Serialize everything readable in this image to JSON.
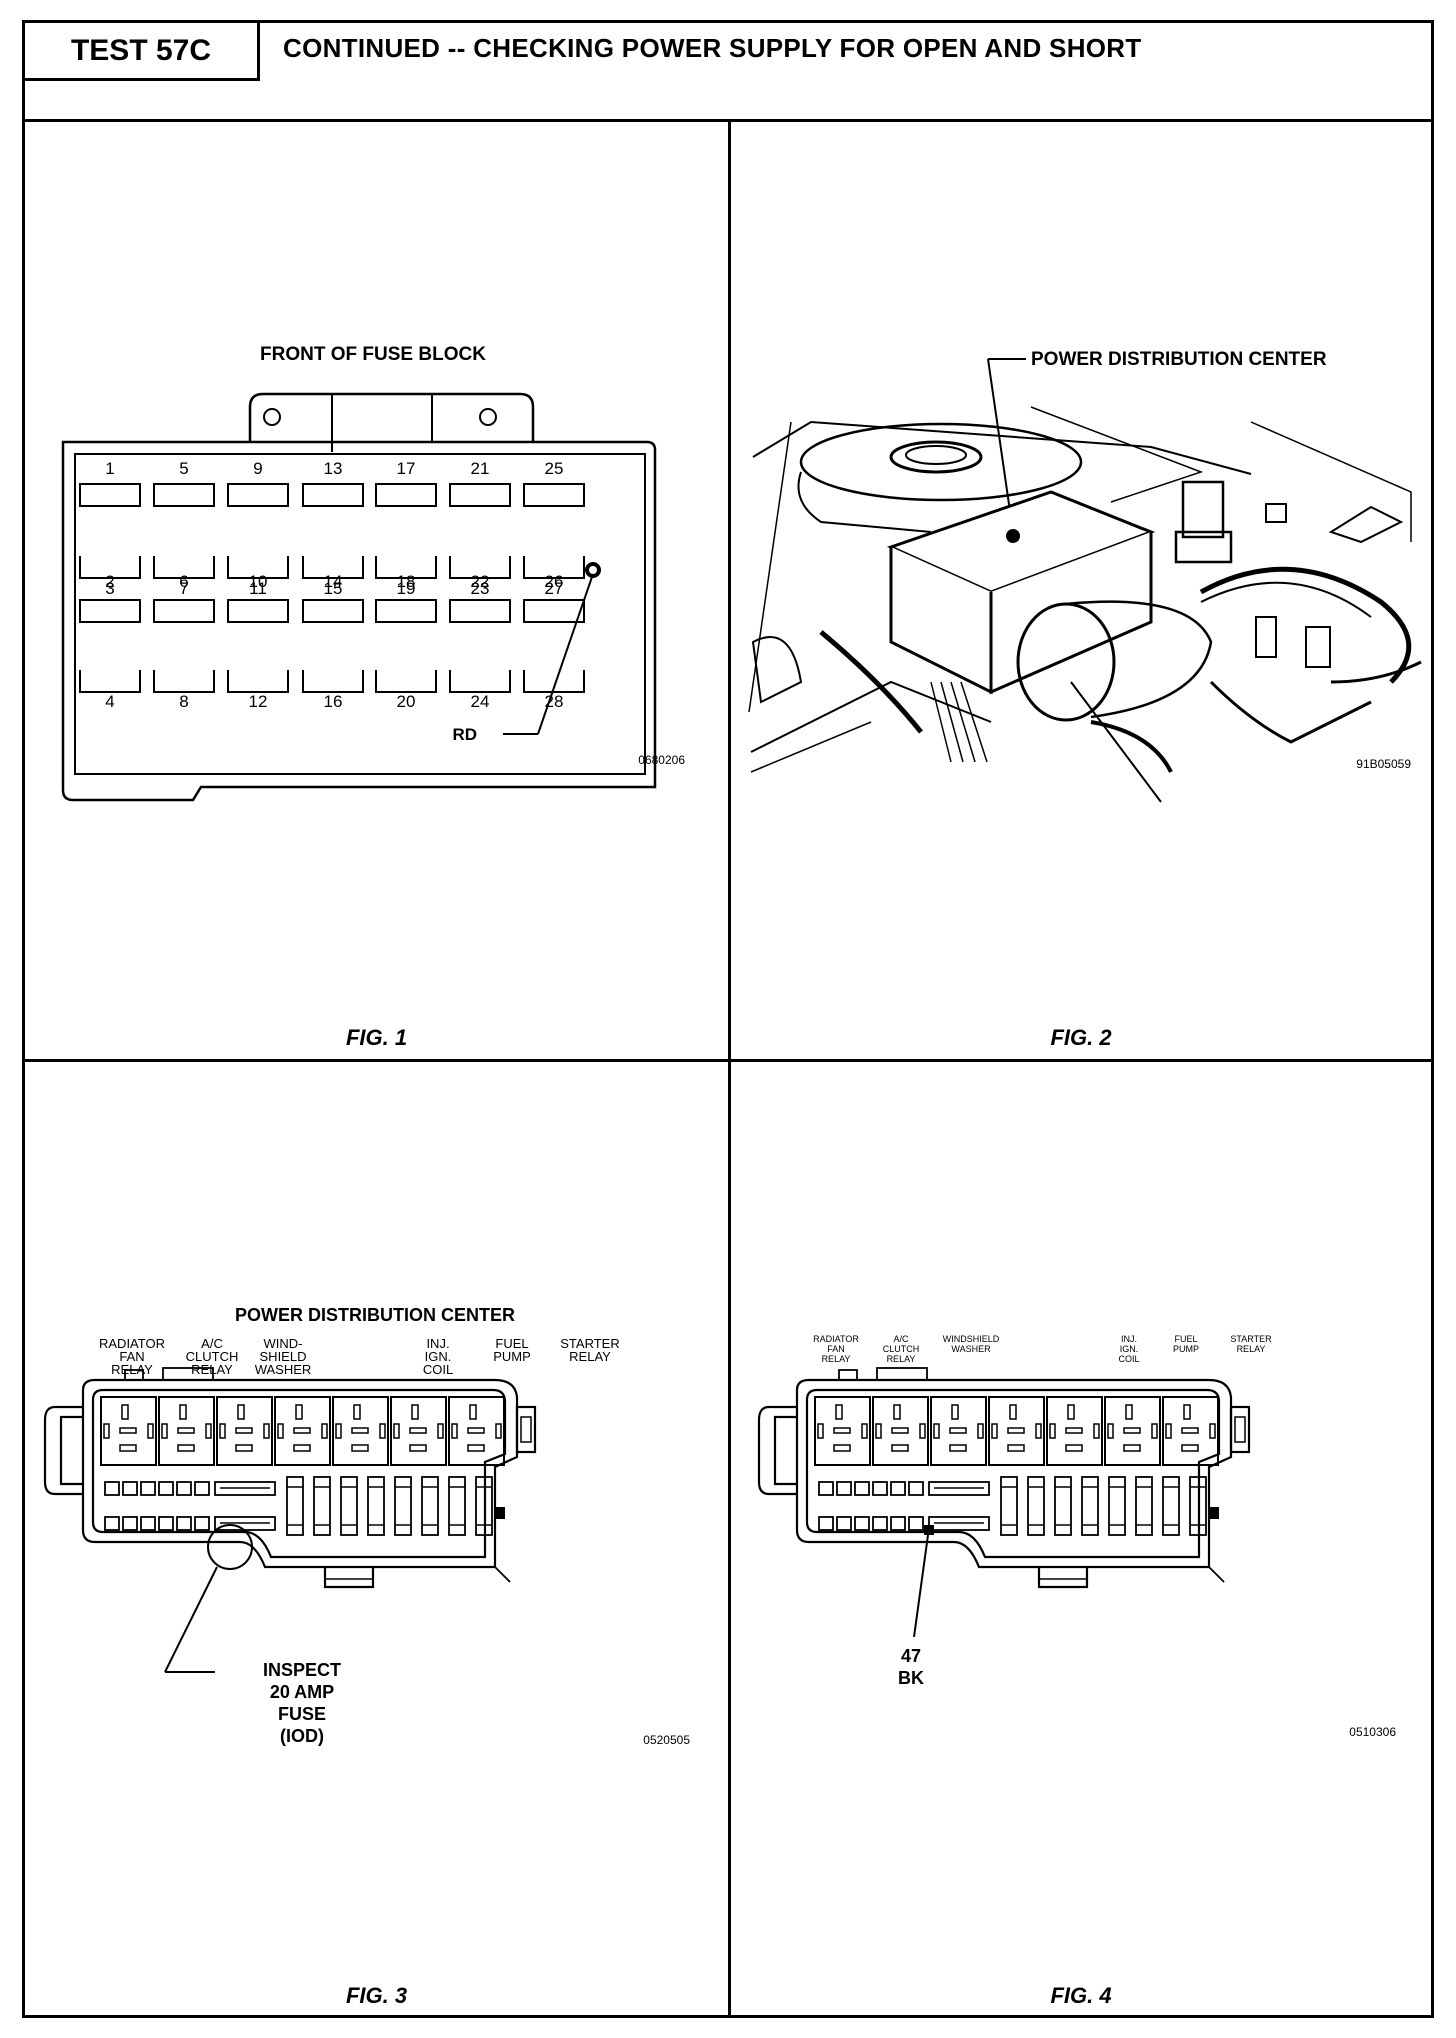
{
  "header": {
    "test_id": "TEST 57C",
    "title": "CONTINUED -- CHECKING POWER SUPPLY FOR OPEN AND SHORT"
  },
  "fig1": {
    "title": "FRONT OF FUSE BLOCK",
    "top_numbers": [
      "1",
      "5",
      "9",
      "13",
      "17",
      "21",
      "25"
    ],
    "row2_numbers": [
      "2",
      "6",
      "10",
      "14",
      "18",
      "22",
      "26"
    ],
    "row3_numbers": [
      "3",
      "7",
      "11",
      "15",
      "19",
      "23",
      "27"
    ],
    "bottom_numbers": [
      "4",
      "8",
      "12",
      "16",
      "20",
      "24",
      "28"
    ],
    "callout": "RD",
    "code": "0680206",
    "caption": "FIG. 1"
  },
  "fig2": {
    "callout": "POWER DISTRIBUTION CENTER",
    "code": "91B05059",
    "caption": "FIG. 2"
  },
  "fig3": {
    "title": "POWER DISTRIBUTION CENTER",
    "relay_labels": [
      [
        "RADIATOR",
        "FAN",
        "RELAY"
      ],
      [
        "A/C",
        "CLUTCH",
        "RELAY"
      ],
      [
        "WIND-",
        "SHIELD",
        "WASHER"
      ],
      [
        "INJ.",
        "IGN.",
        "COIL"
      ],
      [
        "FUEL",
        "PUMP"
      ],
      [
        "STARTER",
        "RELAY"
      ]
    ],
    "callout": [
      "INSPECT",
      "20 AMP",
      "FUSE",
      "(IOD)"
    ],
    "code": "0520505",
    "caption": "FIG. 3"
  },
  "fig4": {
    "relay_labels": [
      [
        "RADIATOR",
        "FAN",
        "RELAY"
      ],
      [
        "A/C",
        "CLUTCH",
        "RELAY"
      ],
      [
        "WINDSHIELD",
        "WASHER"
      ],
      [
        "INJ.",
        "IGN.",
        "COIL"
      ],
      [
        "FUEL",
        "PUMP"
      ],
      [
        "STARTER",
        "RELAY"
      ]
    ],
    "callout": [
      "47",
      "BK"
    ],
    "code": "0510306",
    "caption": "FIG. 4"
  }
}
